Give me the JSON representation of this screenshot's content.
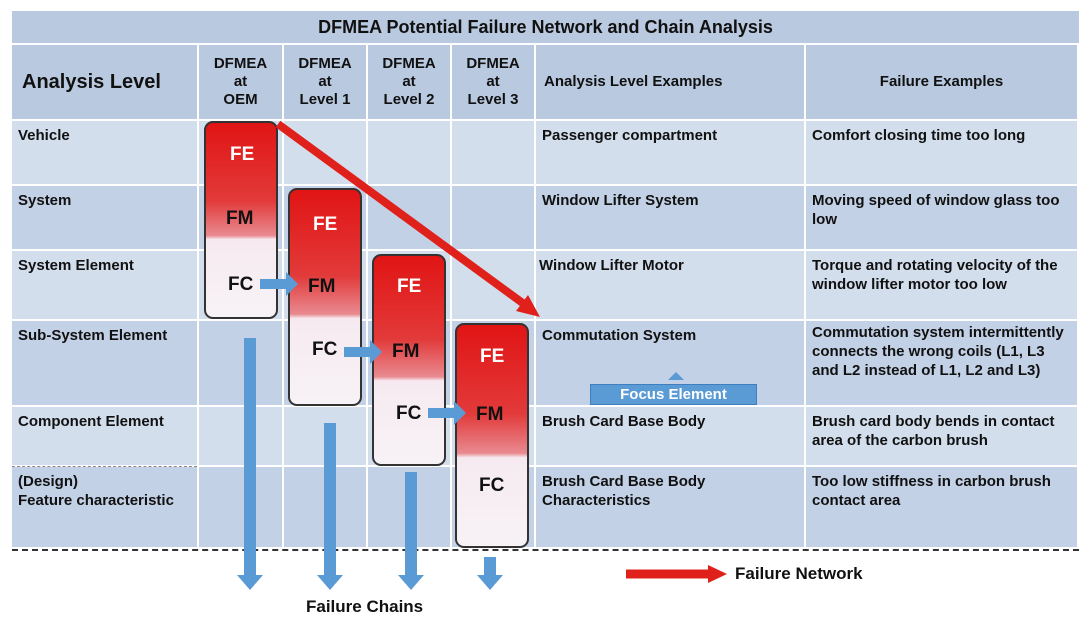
{
  "title": "DFMEA Potential Failure Network and Chain Analysis",
  "headers": {
    "analysis_level": "Analysis Level",
    "col1": [
      "DFMEA",
      "at",
      "OEM"
    ],
    "col2": [
      "DFMEA",
      "at",
      "Level 1"
    ],
    "col3": [
      "DFMEA",
      "at",
      "Level 2"
    ],
    "col4": [
      "DFMEA",
      "at",
      "Level 3"
    ],
    "examples": "Analysis  Level Examples",
    "failures": "Failure Examples"
  },
  "rows": [
    {
      "level": "Vehicle",
      "example": "Passenger compartment",
      "failure": "Comfort closing time too long"
    },
    {
      "level": "System",
      "example": "Window Lifter System",
      "failure": "Moving speed of window glass too low"
    },
    {
      "level": "System Element",
      "example": "Window Lifter Motor",
      "failure": "Torque and rotating velocity of the window lifter motor too low"
    },
    {
      "level": "Sub-System Element",
      "example": "Commutation System",
      "failure": "Commutation system intermittently connects the wrong coils (L1, L3 and L2 instead of L1, L2 and L3)"
    },
    {
      "level": "Component Element",
      "example": "Brush Card Base Body",
      "failure": "Brush card body bends in contact area of the carbon brush"
    },
    {
      "level": "(Design)\nFeature characteristic",
      "example": "Brush Card Base Body Characteristics",
      "failure": "Too low stiffness in carbon brush contact area"
    }
  ],
  "box_labels": {
    "fe": "FE",
    "fm": "FM",
    "fc": "FC"
  },
  "focus_element": "Focus Element",
  "legend_failure_network": "Failure Network",
  "failure_chains": "Failure Chains",
  "colors": {
    "header_bg": "#b9c9e0",
    "row_bg_light": "#d3deed",
    "row_bg_dark": "#c3d1e6",
    "arrow_blue": "#5b9bd5",
    "arrow_red": "#e0201b",
    "box_red": "#e11414"
  }
}
